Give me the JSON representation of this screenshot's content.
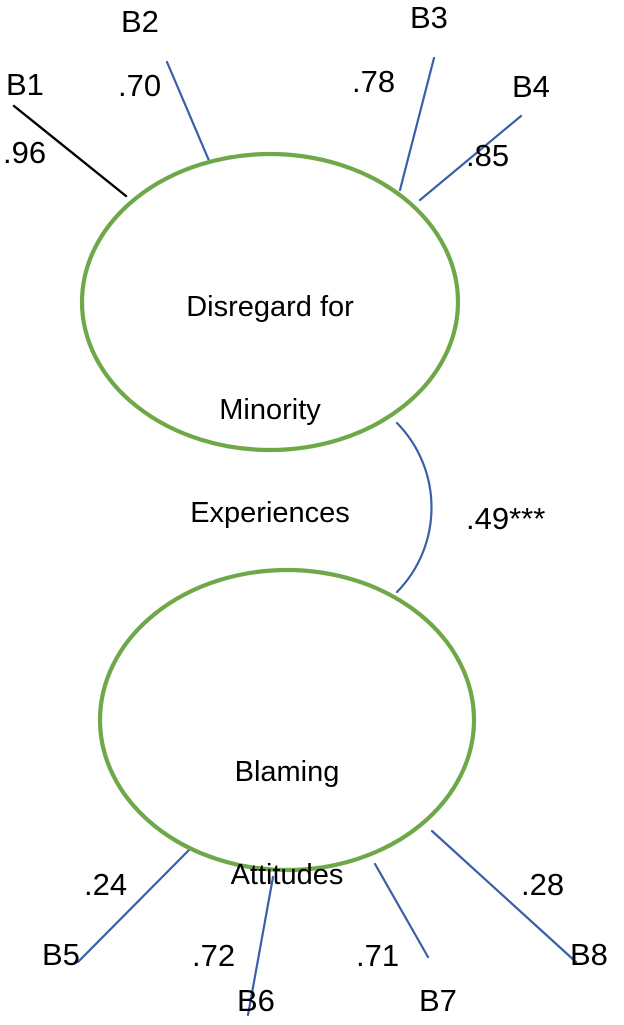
{
  "figure": {
    "type": "sem-path-diagram",
    "background_color": "#ffffff",
    "latent_stroke_color": "#6FA849",
    "path_color": "#3A5FA8",
    "highlight_path_color": "#000000"
  },
  "latent_factors": [
    {
      "id": "disregard",
      "label_line1": "Disregard for",
      "label_line2": "Minority",
      "label_line3": "Experiences"
    },
    {
      "id": "blaming",
      "label_line1": "Blaming",
      "label_line2": "Attitudes"
    }
  ],
  "indicators": [
    {
      "id": "B1",
      "name": "B1",
      "loading": ".96",
      "factor": "disregard"
    },
    {
      "id": "B2",
      "name": "B2",
      "loading": ".70",
      "factor": "disregard"
    },
    {
      "id": "B3",
      "name": "B3",
      "loading": ".78",
      "factor": "disregard"
    },
    {
      "id": "B4",
      "name": "B4",
      "loading": ".85",
      "factor": "disregard"
    },
    {
      "id": "B5",
      "name": "B5",
      "loading": ".24",
      "factor": "blaming"
    },
    {
      "id": "B6",
      "name": "B6",
      "loading": ".72",
      "factor": "blaming"
    },
    {
      "id": "B7",
      "name": "B7",
      "loading": ".71",
      "factor": "blaming"
    },
    {
      "id": "B8",
      "name": "B8",
      "loading": ".28",
      "factor": "blaming"
    }
  ],
  "correlation": {
    "from": "disregard",
    "to": "blaming",
    "value": ".49***"
  },
  "chart_data": {
    "type": "diagram",
    "title": "",
    "nodes": [
      {
        "id": "disregard",
        "kind": "latent",
        "text": "Disregard for Minority Experiences"
      },
      {
        "id": "blaming",
        "kind": "latent",
        "text": "Blaming Attitudes"
      },
      {
        "id": "B1",
        "kind": "indicator",
        "text": "B1"
      },
      {
        "id": "B2",
        "kind": "indicator",
        "text": "B2"
      },
      {
        "id": "B3",
        "kind": "indicator",
        "text": "B3"
      },
      {
        "id": "B4",
        "kind": "indicator",
        "text": "B4"
      },
      {
        "id": "B5",
        "kind": "indicator",
        "text": "B5"
      },
      {
        "id": "B6",
        "kind": "indicator",
        "text": "B6"
      },
      {
        "id": "B7",
        "kind": "indicator",
        "text": "B7"
      },
      {
        "id": "B8",
        "kind": "indicator",
        "text": "B8"
      }
    ],
    "edges": [
      {
        "from": "disregard",
        "to": "B1",
        "label": ".96",
        "style": "black"
      },
      {
        "from": "disregard",
        "to": "B2",
        "label": ".70",
        "style": "blue"
      },
      {
        "from": "disregard",
        "to": "B3",
        "label": ".78",
        "style": "blue"
      },
      {
        "from": "disregard",
        "to": "B4",
        "label": ".85",
        "style": "blue"
      },
      {
        "from": "blaming",
        "to": "B5",
        "label": ".24",
        "style": "blue"
      },
      {
        "from": "blaming",
        "to": "B6",
        "label": ".72",
        "style": "blue"
      },
      {
        "from": "blaming",
        "to": "B7",
        "label": ".71",
        "style": "blue"
      },
      {
        "from": "blaming",
        "to": "B8",
        "label": ".28",
        "style": "blue"
      },
      {
        "from": "disregard",
        "to": "blaming",
        "label": ".49***",
        "style": "curve-correlation"
      }
    ]
  }
}
